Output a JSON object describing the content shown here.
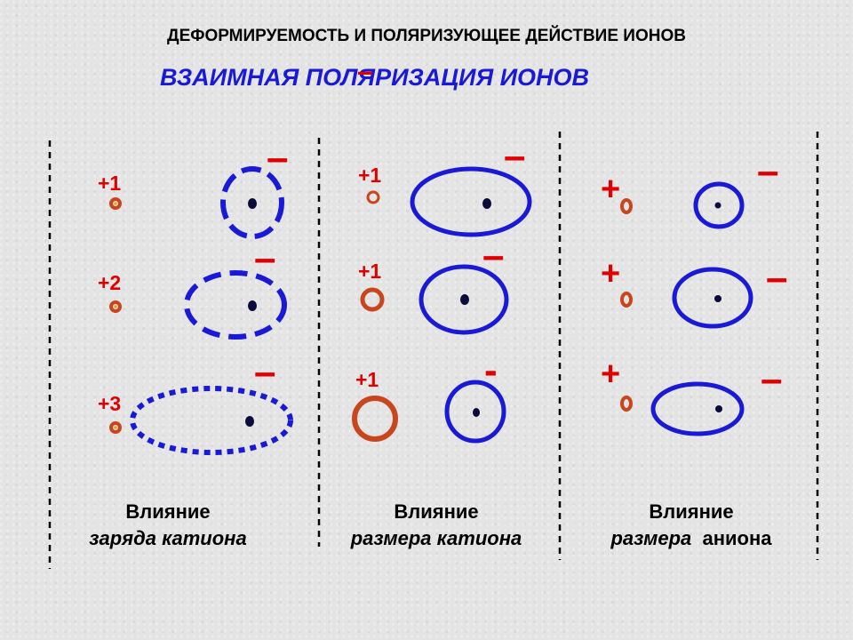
{
  "title": "ДЕФОРМИРУЕМОСТЬ И ПОЛЯРИЗУЮЩЕЕ ДЕЙСТВИЕ ИОНОВ",
  "subtitle": "ВЗАИМНАЯ ПОЛЯРИЗАЦИЯ ИОНОВ",
  "subtitle_mark": "–",
  "colors": {
    "cation": "#c8461e",
    "anion": "#1a1ad6",
    "charge": "#e00000",
    "nucleus": "#0a0a3c"
  },
  "columns": [
    {
      "caption_line1": "Влияние",
      "caption_line2": "заряда катиона",
      "rows": [
        {
          "cation_charge": "+1",
          "anion_charge": "–"
        },
        {
          "cation_charge": "+2",
          "anion_charge": "–"
        },
        {
          "cation_charge": "+3",
          "anion_charge": "–"
        }
      ]
    },
    {
      "caption_line1": "Влияние",
      "caption_line2": "размера катиона",
      "rows": [
        {
          "cation_charge": "+1",
          "anion_charge": "–"
        },
        {
          "cation_charge": "+1",
          "anion_charge": "–"
        },
        {
          "cation_charge": "+1",
          "anion_charge": "-"
        }
      ]
    },
    {
      "caption_line1": "Влияние",
      "caption_line2_a": "размера",
      "caption_line2_b": "аниона",
      "rows": [
        {
          "cation_charge": "+",
          "anion_charge": "–"
        },
        {
          "cation_charge": "+",
          "anion_charge": "–"
        },
        {
          "cation_charge": "+",
          "anion_charge": "–"
        }
      ]
    }
  ]
}
